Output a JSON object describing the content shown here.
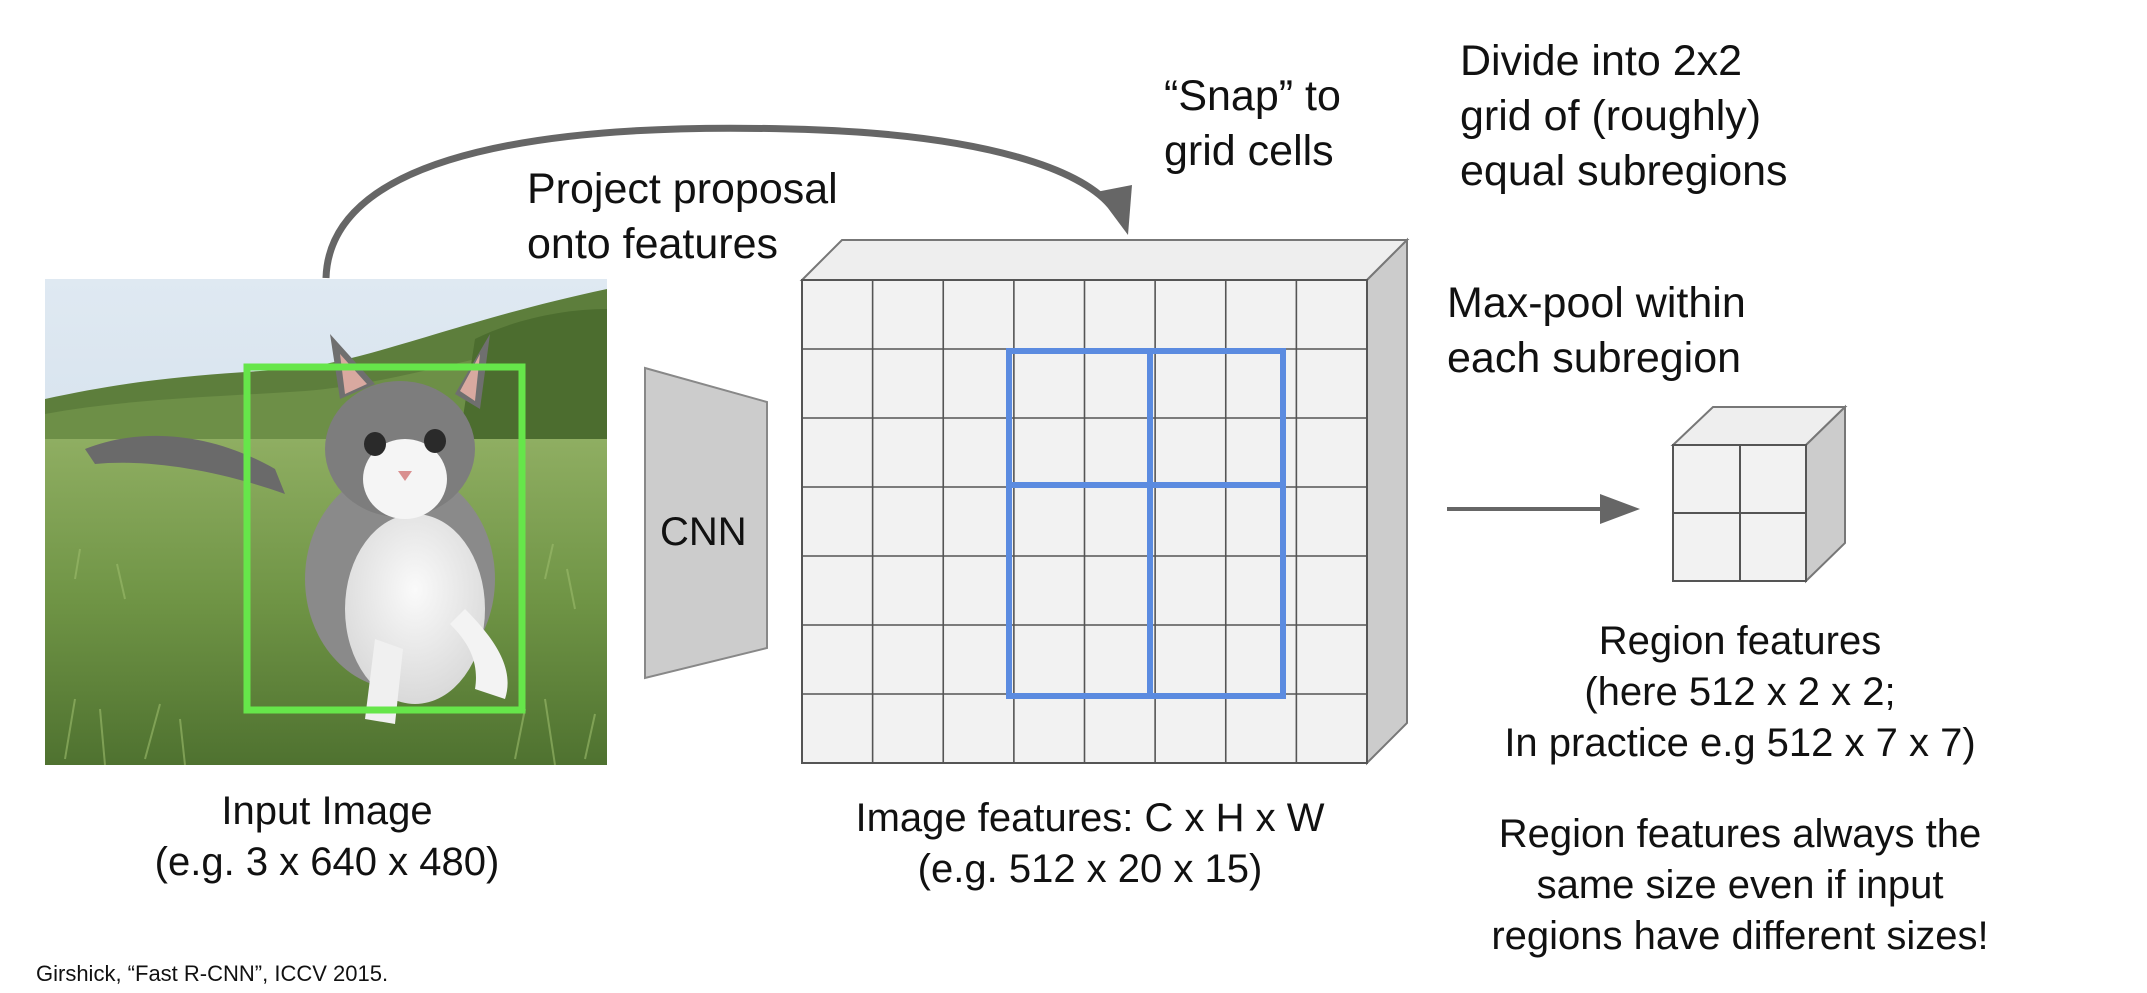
{
  "labels": {
    "project_proposal": [
      "Project proposal",
      "onto features"
    ],
    "snap": [
      "“Snap” to",
      "grid cells"
    ],
    "divide": [
      "Divide into 2x2",
      "grid of (roughly)",
      "equal subregions"
    ],
    "maxpool": [
      "Max-pool within",
      "each subregion"
    ],
    "cnn": "CNN",
    "input_image": [
      "Input Image",
      "(e.g. 3 x 640 x 480)"
    ],
    "image_features": [
      "Image features: C x H x W",
      "(e.g. 512 x 20 x 15)"
    ],
    "region_features": [
      "Region features",
      "(here 512 x 2 x 2;",
      "In practice e.g 512 x 7 x 7)"
    ],
    "region_note": [
      "Region features always the",
      "same size even if input",
      "regions have different sizes!"
    ],
    "citation": "Girshick, “Fast R-CNN”, ICCV 2015."
  },
  "colors": {
    "proposal_box": "#66e64a",
    "roi_grid": "#5b8be0",
    "arrow": "#666666",
    "cnn_fill": "#cccccc",
    "grid_face": "#f2f2f2",
    "grid_side": "#cccccc",
    "grid_top": "#eeeeee",
    "grid_line": "#555555"
  },
  "grid": {
    "rows": 7,
    "cols": 8
  },
  "output_grid": {
    "rows": 2,
    "cols": 2
  },
  "photo_icon": "kitten-in-grass-photo"
}
